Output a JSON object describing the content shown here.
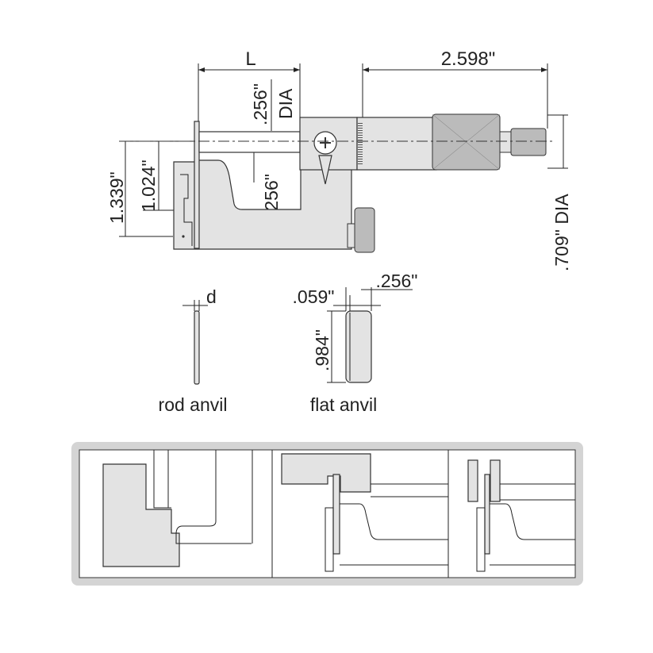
{
  "dimensions": {
    "L": "L",
    "spindle_length": "2.598\"",
    "spindle_dia_value": ".256\"",
    "spindle_dia_suffix": "DIA",
    "anvil_offset": ".256\"",
    "height_total": "1.339\"",
    "height_throat": "1.024\"",
    "thimble_dia": ".709\" DIA",
    "rod_d": "d",
    "flat_thickness": ".059\"",
    "flat_width": ".256\"",
    "flat_height": ".984\""
  },
  "labels": {
    "rod_anvil": "rod anvil",
    "flat_anvil": "flat anvil"
  },
  "colors": {
    "part_fill": "#e3e3e3",
    "panel_border": "#d4d4d4",
    "line": "#222222"
  }
}
